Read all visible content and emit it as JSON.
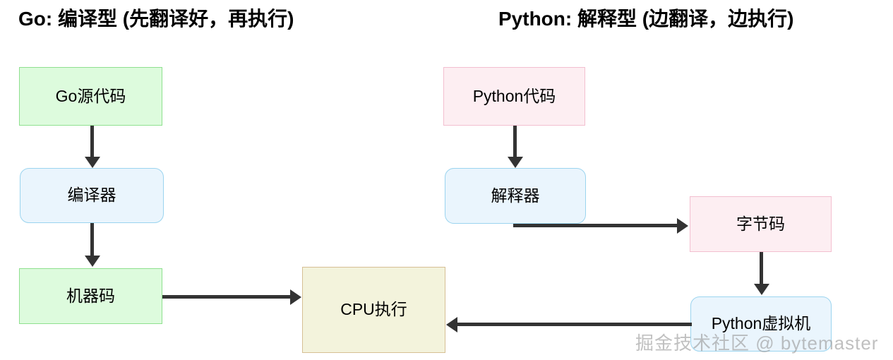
{
  "diagram": {
    "type": "flowchart",
    "background": "#ffffff",
    "titles": {
      "go": "Go: 编译型 (先翻译好，再执行)",
      "python": "Python: 解释型 (边翻译，边执行)"
    },
    "colors": {
      "green_fill": "#ddfbdd",
      "green_border": "#8fe08f",
      "blue_fill": "#eaf5fd",
      "blue_border": "#9bd4ef",
      "pink_fill": "#fdeef2",
      "pink_border": "#f3bfd0",
      "beige_fill": "#f3f3dc",
      "beige_border": "#d6bf94",
      "arrow": "#333333",
      "text": "#000000",
      "watermark": "#9a9a9a"
    },
    "nodes": [
      {
        "id": "go-source",
        "label": "Go源代码",
        "shape": "rect",
        "color": "green"
      },
      {
        "id": "compiler",
        "label": "编译器",
        "shape": "round-rect",
        "color": "blue"
      },
      {
        "id": "machine-code",
        "label": "机器码",
        "shape": "rect",
        "color": "green"
      },
      {
        "id": "cpu-exec",
        "label": "CPU执行",
        "shape": "rect",
        "color": "beige"
      },
      {
        "id": "py-source",
        "label": "Python代码",
        "shape": "rect",
        "color": "pink"
      },
      {
        "id": "interpreter",
        "label": "解释器",
        "shape": "round-rect",
        "color": "blue"
      },
      {
        "id": "bytecode",
        "label": "字节码",
        "shape": "rect",
        "color": "pink"
      },
      {
        "id": "pyvm",
        "label": "Python虚拟机",
        "shape": "round-rect",
        "color": "blue"
      }
    ],
    "edges": [
      {
        "from": "go-source",
        "to": "compiler",
        "direction": "down"
      },
      {
        "from": "compiler",
        "to": "machine-code",
        "direction": "down"
      },
      {
        "from": "machine-code",
        "to": "cpu-exec",
        "direction": "right"
      },
      {
        "from": "py-source",
        "to": "interpreter",
        "direction": "down"
      },
      {
        "from": "interpreter",
        "to": "bytecode",
        "direction": "right"
      },
      {
        "from": "bytecode",
        "to": "pyvm",
        "direction": "down"
      },
      {
        "from": "pyvm",
        "to": "cpu-exec",
        "direction": "left"
      }
    ],
    "watermark": "掘金技术社区 @ bytemaster"
  }
}
